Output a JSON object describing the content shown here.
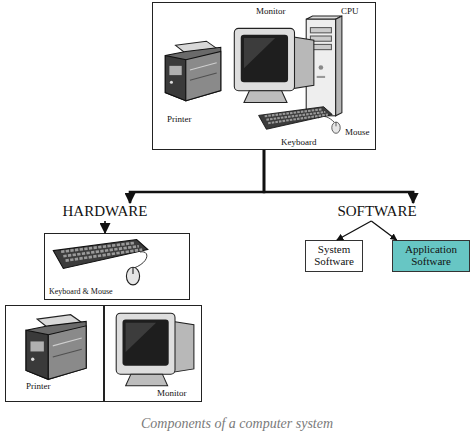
{
  "diagram": {
    "caption": "Components of a computer system",
    "nodes": [
      {
        "text": [
          "Monitor",
          "CPU",
          "Printer",
          "Keyboard",
          "Mouse"
        ]
      },
      {
        "text": [
          "HARDWARE"
        ]
      },
      {
        "text": [
          "SOFTWARE"
        ]
      },
      {
        "text": [
          "Keyboard & Mouse"
        ]
      },
      {
        "text": [
          "Printer"
        ]
      },
      {
        "text": [
          "Monitor"
        ]
      },
      {
        "text": [
          "System Software"
        ]
      },
      {
        "text": [
          "Application Software"
        ]
      }
    ],
    "edges": [
      {
        "from": 0,
        "to": 1,
        "arrow": "to"
      },
      {
        "from": 0,
        "to": 2,
        "arrow": "to"
      },
      {
        "from": 1,
        "to": 3,
        "arrow": "to"
      },
      {
        "from": 2,
        "to": 6,
        "arrow": "to"
      },
      {
        "from": 2,
        "to": 7,
        "arrow": "to"
      }
    ]
  }
}
